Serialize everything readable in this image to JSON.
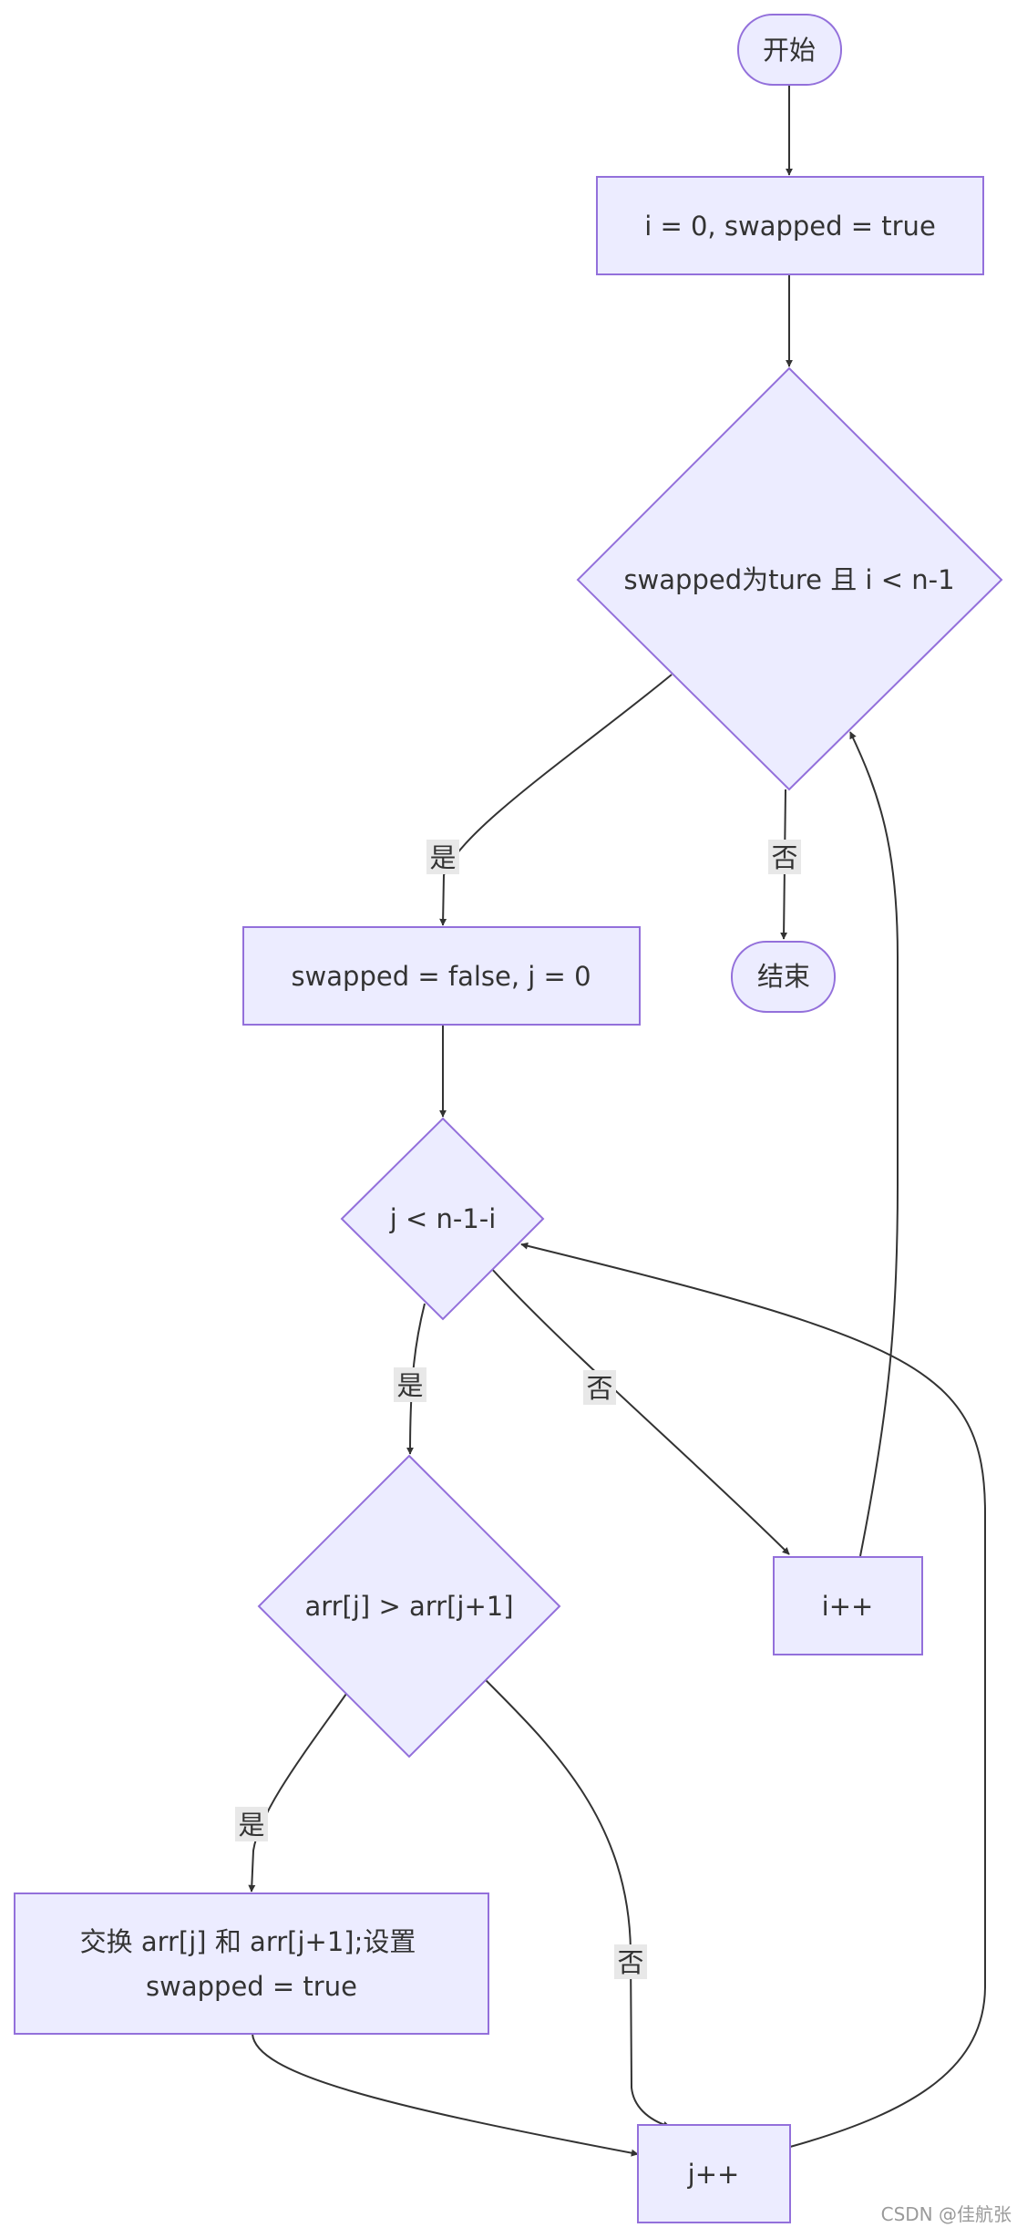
{
  "diagram": {
    "nodes": {
      "start": "开始",
      "init": "i = 0, swapped = true",
      "outer_check": "swapped为ture 且 i < n-1",
      "reset": "swapped = false, j = 0",
      "end": "结束",
      "inner_check": "j < n-1-i",
      "compare": "arr[j] > arr[j+1]",
      "inc_i": "i++",
      "swap_line1": "交换 arr[j] 和 arr[j+1];设置",
      "swap_line2": "swapped = true",
      "inc_j": "j++"
    },
    "edge_labels": {
      "outer_yes": "是",
      "outer_no": "否",
      "inner_yes": "是",
      "inner_no": "否",
      "compare_yes": "是",
      "compare_no": "否"
    }
  },
  "watermark": "CSDN @佳航张"
}
